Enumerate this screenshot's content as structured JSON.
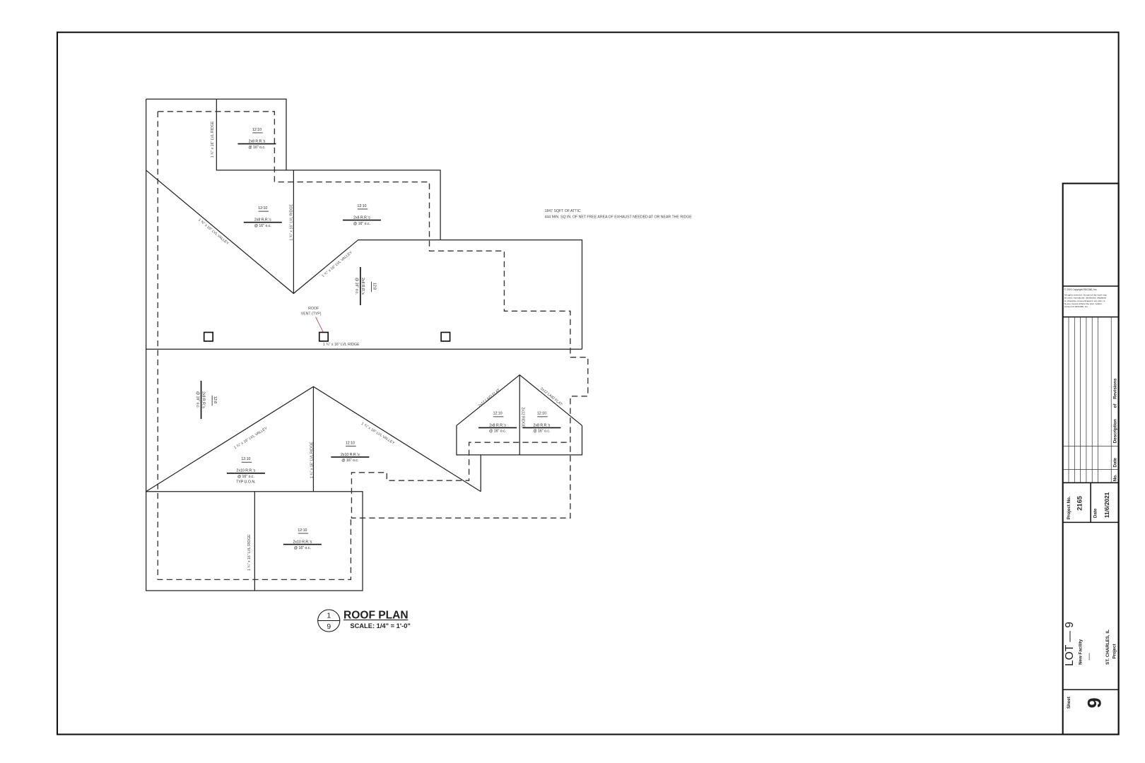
{
  "drawing": {
    "title": "ROOF PLAN",
    "scale": "SCALE: 1/4\" = 1'-0\"",
    "detail_number": "1",
    "sheet_ref": "9",
    "notes": [
      "1847 SQFT OF ATTIC",
      "444 MIN. SQ IN. OF NET FREE AREA OF EXHAUST NEEDED AT OR NEAR THE RIDGE"
    ],
    "pitch": "12:10",
    "pitch_alt": "12:8",
    "rafter_2x8": "2x8 R.R.'s",
    "rafter_2x10": "2x10 R.R.'s",
    "spacing": "@ 16\" o.c.",
    "typ": "TYP U.O.N.",
    "lvl_ridge": "1 ¾\" x 16\" LVL RIDGE",
    "lvl_valley": "1 ¾\" x 16\" LVL VALLEY",
    "laid_flat": "2x12 LAID FLAT",
    "ridge_2x12": "2x12 RIDGE",
    "roof_vent": [
      "ROOF",
      "VENT (TYP)"
    ]
  },
  "title_block": {
    "copyright": "© 2021 Copyright RDG360, Inc.",
    "rights": [
      "All rights reserved. No part of this work may",
      "be used, reproduced, distributed, displayed",
      "or otherwise communicated in any form or",
      "by any means without the prior, written",
      "consent of RDG360, Inc."
    ],
    "revisions_header": {
      "no": "No.",
      "date": "Date",
      "description": "Description",
      "of": "of",
      "revisions": "Revisions"
    },
    "project_no_label": "Project No.",
    "project_no": "2165",
    "date_label": "Date",
    "date": "11/6/2021",
    "lot": "LOT — 9",
    "project_name": "New Facility",
    "dashes": "-----",
    "location": "ST. CHARLES, IL",
    "project_label": "Project",
    "sheet_label": "Sheet",
    "sheet_number": "9"
  }
}
